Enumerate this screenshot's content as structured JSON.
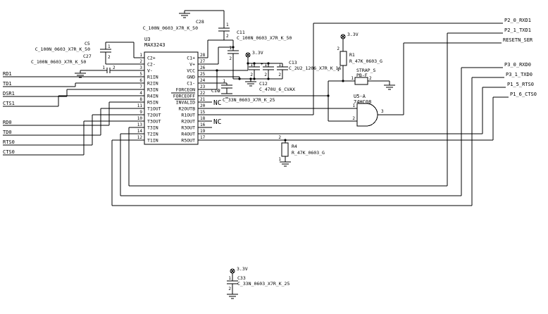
{
  "ic": {
    "refdes": "U3",
    "part": "MAX3243",
    "nc_label": "NC",
    "left_pins": [
      {
        "num": "1",
        "name": "C2+"
      },
      {
        "num": "2",
        "name": "C2-"
      },
      {
        "num": "3",
        "name": "V-"
      },
      {
        "num": "5",
        "name": "R1IN"
      },
      {
        "num": "6",
        "name": "R2IN"
      },
      {
        "num": "7",
        "name": "R3IN"
      },
      {
        "num": "4",
        "name": "R4IN"
      },
      {
        "num": "8",
        "name": "R5IN"
      },
      {
        "num": "11",
        "name": "T1OUT"
      },
      {
        "num": "9",
        "name": "T2OUT"
      },
      {
        "num": "10",
        "name": "T3OUT"
      },
      {
        "num": "13",
        "name": "T3IN"
      },
      {
        "num": "14",
        "name": "T2IN"
      },
      {
        "num": "12",
        "name": "T1IN"
      }
    ],
    "right_pins": [
      {
        "num": "28",
        "name": "C1+"
      },
      {
        "num": "27",
        "name": "V+"
      },
      {
        "num": "26",
        "name": "VCC"
      },
      {
        "num": "25",
        "name": "GND"
      },
      {
        "num": "24",
        "name": "C1-"
      },
      {
        "num": "23",
        "name": "FORCEON"
      },
      {
        "num": "22",
        "name": "FORCEOFF"
      },
      {
        "num": "21",
        "name": "INVALID"
      },
      {
        "num": "20",
        "name": "R2OUTB"
      },
      {
        "num": "15",
        "name": "R1OUT"
      },
      {
        "num": "18",
        "name": "R2OUT"
      },
      {
        "num": "16",
        "name": "R3OUT"
      },
      {
        "num": "19",
        "name": "R4OUT"
      },
      {
        "num": "17",
        "name": "R5OUT"
      }
    ]
  },
  "gate": {
    "refdes": "U5-A",
    "part": "74HC08",
    "in1": "1",
    "in2": "2",
    "out": "3"
  },
  "resistors": {
    "r1": {
      "ref": "R1",
      "value": "R_47K_0603_G",
      "pin_top": "2",
      "pin_bottom": "1"
    },
    "r4": {
      "ref": "R4",
      "value": "R_47K_0603_G",
      "pin_top": "2",
      "pin_bottom": "1"
    }
  },
  "strap": {
    "ref": "STRAP_S",
    "value": "PB-F",
    "pin1": "1",
    "pin2": "2"
  },
  "capacitors": {
    "c5": {
      "ref": "C5",
      "value": "C_100N_0603_X7R_K_50",
      "pin1": "1",
      "pin2": "2"
    },
    "c27": {
      "ref": "C27",
      "value": "C_100N_0603_X7R_K_50",
      "pin1": "1",
      "pin2": "2"
    },
    "c28": {
      "ref": "C28",
      "value": "C_100N_0603_X7R_K_50",
      "pin1": "1",
      "pin2": "2"
    },
    "c11": {
      "ref": "C11",
      "value": "C_100N_0603_X7R_K_50",
      "pin1": "1",
      "pin2": "2"
    },
    "cpar": {
      "pin1": "1",
      "pin2": "2"
    },
    "c12": {
      "ref": "C12",
      "value": "C_470U_6_CVAX",
      "plus": "+",
      "pin1": "1",
      "pin2": "2"
    },
    "c13": {
      "ref": "C13",
      "value": "C_2U2_1206_X7R_K_16",
      "pin1": "1",
      "pin2": "2"
    },
    "c10": {
      "ref": "C10",
      "value": "C_33N_0603_X7R_K_25",
      "pin1": "1",
      "pin2": "2"
    },
    "c33": {
      "ref": "C33",
      "value": "C_33N_0603_X7R_K_25",
      "pin1": "1",
      "pin2": "2"
    }
  },
  "power": {
    "v33": "3.3V"
  },
  "left_labels": [
    "RD1",
    "TD1",
    "DSR1",
    "CTS1",
    "RD0",
    "TD0",
    "RTS0",
    "CTS0"
  ],
  "right_labels": [
    "P2_0_RXD1",
    "P2_1_TXD1",
    "RESETN_SER",
    "P3_0_RXD0",
    "P3_1_TXD0",
    "P1_5_RTS0",
    "P1_6_CTS0"
  ],
  "colors": {
    "line": "#000000",
    "bg": "#ffffff"
  }
}
